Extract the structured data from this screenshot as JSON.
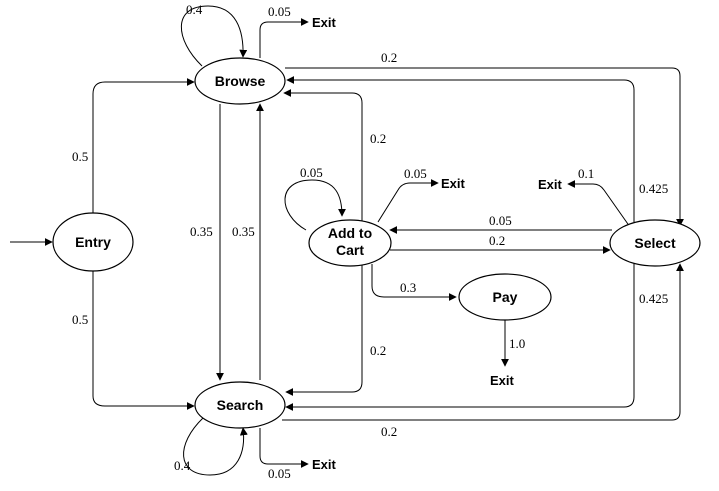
{
  "nodes": {
    "entry": "Entry",
    "browse": "Browse",
    "search": "Search",
    "add_to_cart": [
      "Add to",
      "Cart"
    ],
    "select": "Select",
    "pay": "Pay"
  },
  "exit_label": "Exit",
  "edges": {
    "entry_browse": "0.5",
    "entry_search": "0.5",
    "browse_self": "0.4",
    "browse_exit": "0.05",
    "browse_select": "0.2",
    "browse_search": "0.35",
    "search_browse": "0.35",
    "search_self": "0.4",
    "search_exit": "0.05",
    "search_select": "0.2",
    "cart_self": "0.05",
    "cart_exit": "0.05",
    "cart_browse": "0.2",
    "cart_search": "0.2",
    "cart_select": "0.2",
    "cart_pay": "0.3",
    "select_cart": "0.05",
    "select_exit": "0.1",
    "select_browse": "0.425",
    "select_search": "0.425",
    "pay_exit": "1.0"
  }
}
